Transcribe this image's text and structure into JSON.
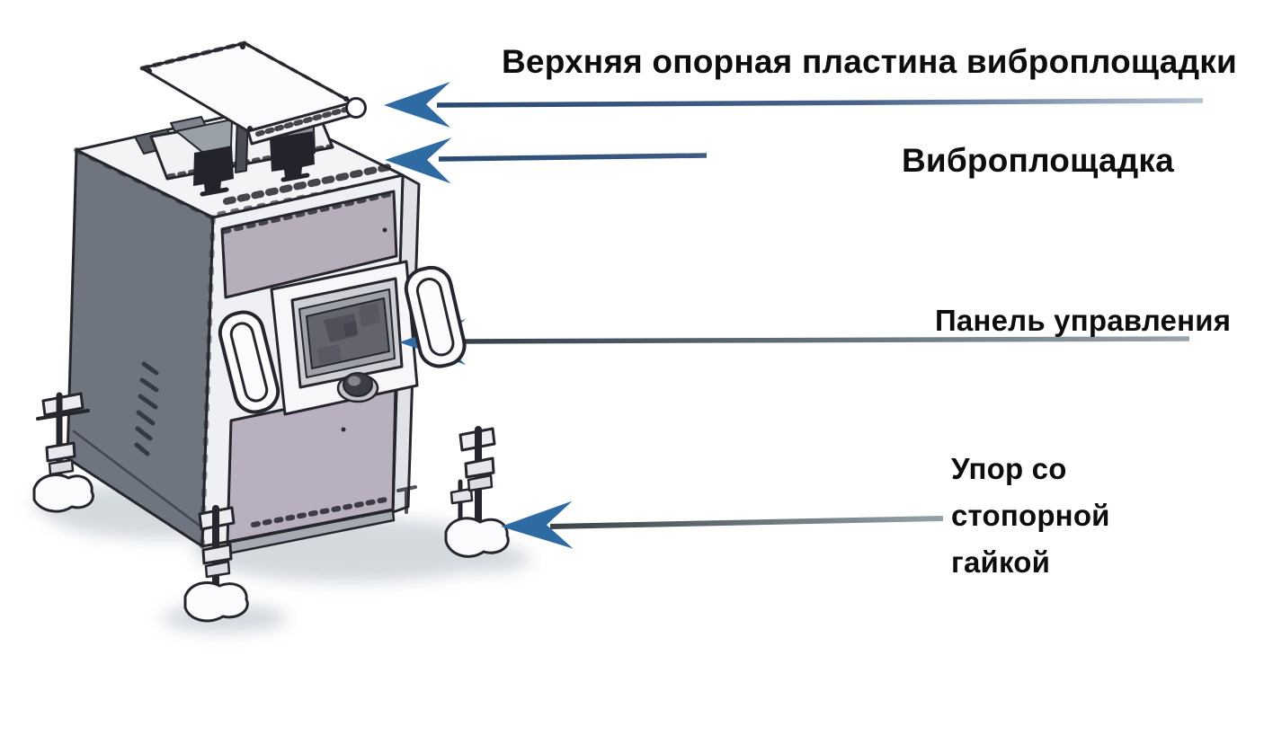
{
  "figure": {
    "kind": "annotated technical diagram",
    "background": "#ffffff"
  },
  "annotations": {
    "upper_plate": {
      "label": "Верхняя опорная пластина виброплощадки"
    },
    "platform": {
      "label": "Виброплощадка"
    },
    "control_panel": {
      "label": "Панель управления"
    },
    "stop_lock_nut": {
      "label": "Упор со стопорной гайкой"
    }
  },
  "colors": {
    "background": "#ffffff",
    "label_text": "#0d0d0d",
    "arrow_head": "#2f6ba3",
    "arrow_line_dark": "#2b4a70",
    "arrow_line_light": "#b9c4d2",
    "machine_left_panel": "#6e757f",
    "machine_front_panel": "#b7aebc",
    "machine_lower_panel": "#b9b0bf",
    "machine_outline": "#26262e",
    "screen": "#63636c"
  }
}
